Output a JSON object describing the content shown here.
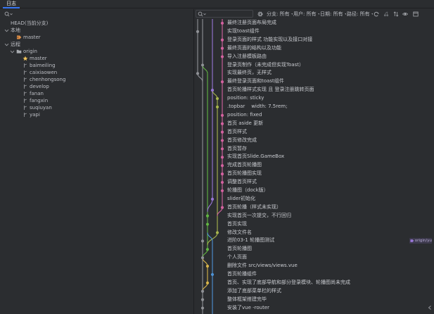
{
  "tabs": [
    {
      "label": "日志",
      "active": true
    }
  ],
  "branch_search": {
    "icon": "search-icon"
  },
  "branch_tree": {
    "head": "HEAD(当前分支)",
    "local": {
      "label": "本地",
      "expanded": true,
      "branches": [
        {
          "name": "master",
          "icon": "tag-icon"
        }
      ]
    },
    "remote": {
      "label": "远程",
      "expanded": true,
      "remotes": [
        {
          "name": "origin",
          "icon": "folder-icon",
          "expanded": true,
          "branches": [
            {
              "name": "master",
              "icon": "star-icon",
              "favorite": true
            },
            {
              "name": "baimeiling",
              "icon": "branch-icon"
            },
            {
              "name": "caixiaowen",
              "icon": "branch-icon"
            },
            {
              "name": "chenhongsong",
              "icon": "branch-icon"
            },
            {
              "name": "develop",
              "icon": "branch-icon"
            },
            {
              "name": "fanan",
              "icon": "branch-icon"
            },
            {
              "name": "fangxin",
              "icon": "branch-icon"
            },
            {
              "name": "suqiuyan",
              "icon": "branch-icon"
            },
            {
              "name": "yapi",
              "icon": "branch-icon"
            }
          ]
        }
      ]
    }
  },
  "log_search": {
    "icon": "search-icon"
  },
  "toolbar": {
    "settings_icon": "gear-icon",
    "filters": [
      {
        "label": "分支: 所有"
      },
      {
        "label": "用户: 所有"
      },
      {
        "label": "日期: 所有"
      },
      {
        "label": "路径: 所有"
      }
    ],
    "actions": [
      {
        "icon": "refresh-icon"
      },
      {
        "icon": "cherry-pick-icon"
      },
      {
        "icon": "sort-icon"
      },
      {
        "icon": "view-options-icon"
      },
      {
        "icon": "open-in-window-icon"
      }
    ]
  },
  "log": {
    "commits": [
      {
        "message": "最终注册页面布局完成"
      },
      {
        "message": "实现toast组件"
      },
      {
        "message": "登录页面的样式 功能实现以及接口对接"
      },
      {
        "message": "最终页面的结构以及功能"
      },
      {
        "message": "导入注册模板路由"
      },
      {
        "message": "登录页制作（未完成但实现Toast）"
      },
      {
        "message": "实现最终页，无样式"
      },
      {
        "message": "最终登录页面和toast组件"
      },
      {
        "message": "首页轮播样式实现 且 登录注册跳转页面"
      },
      {
        "message": "position: sticky"
      },
      {
        "message": ".topbar    width: 7.5rem;"
      },
      {
        "message": "position: fixed"
      },
      {
        "message": "首页 aside 更新"
      },
      {
        "message": "首页样式"
      },
      {
        "message": "首页修改完成"
      },
      {
        "message": "首页暂存"
      },
      {
        "message": "实现首页Slide.GameBox"
      },
      {
        "message": "完成首页轮播图"
      },
      {
        "message": "首页轮播图实现"
      },
      {
        "message": "调整首页样式"
      },
      {
        "message": "轮播图（dock版）"
      },
      {
        "message": "slider初始化"
      },
      {
        "message": "首页轮播（样式未实现）"
      },
      {
        "message": "实现首页一次提交，不行回归"
      },
      {
        "message": "首页实现"
      },
      {
        "message": "修改文件名"
      },
      {
        "message": "进阶03-1 轮播图测试",
        "refs": [
          "origin/yu"
        ]
      },
      {
        "message": "首页轮播图"
      },
      {
        "message": "个人页面"
      },
      {
        "message": "删除文件 src/views/views.vue"
      },
      {
        "message": "首页轮播组件"
      },
      {
        "message": "首页、实现了底部导航和部分登录模块、轮播图尚未完成"
      },
      {
        "message": "添加了底部菜单栏的样式"
      },
      {
        "message": "整体框架搭建完毕"
      },
      {
        "message": "安装了vue -router"
      }
    ]
  },
  "details_toggle": {
    "icon": "collapse-details-icon"
  },
  "colors": {
    "background": "#2b2d30",
    "text": "#bcbec4",
    "accent": "#3574f0",
    "tag": "#e08e45",
    "star": "#f2c55c",
    "graph": {
      "gray": "#8f9196",
      "green": "#62b543",
      "olive": "#a8b54d",
      "purple": "#9876d6",
      "pink": "#d3629f",
      "yellow": "#d9b54a",
      "blue": "#4e93d6"
    }
  }
}
